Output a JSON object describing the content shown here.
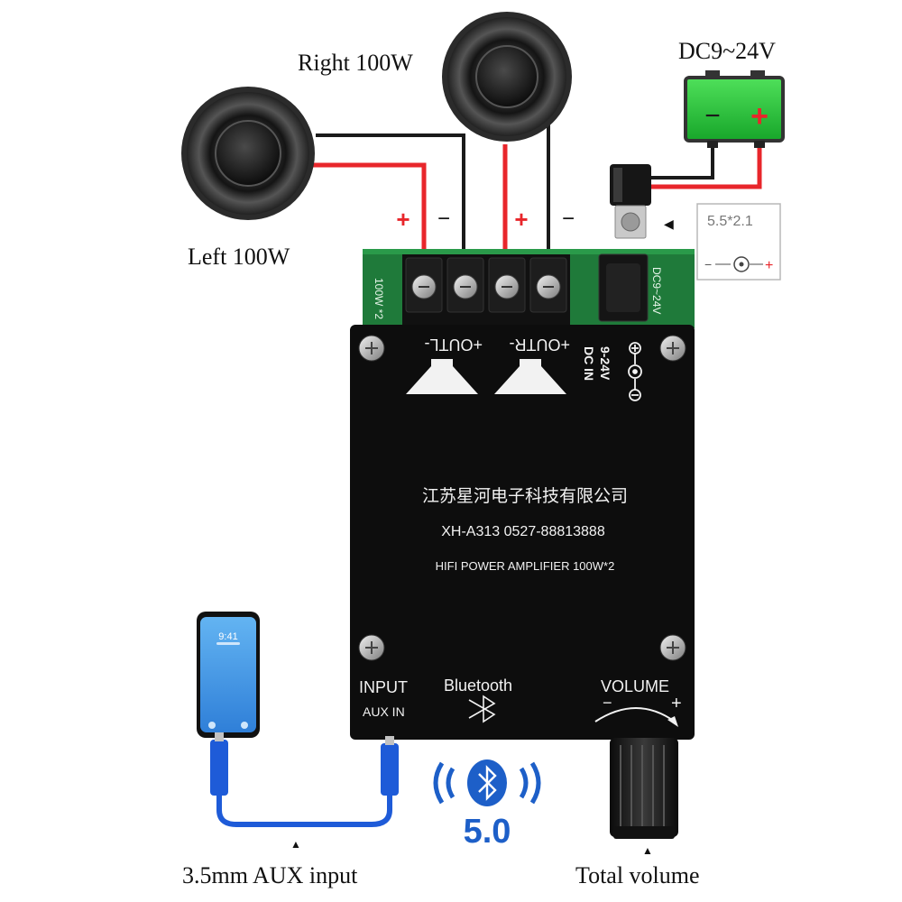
{
  "labels": {
    "right_speaker": "Right 100W",
    "left_speaker": "Left 100W",
    "power_supply": "DC9~24V",
    "barrel_spec": "5.5*2.1",
    "aux_input": "3.5mm AUX input",
    "total_volume": "Total volume",
    "polarity_plus": "+",
    "polarity_minus": "−",
    "battery_minus": "−",
    "battery_plus": "+",
    "barrel_minus": "−",
    "barrel_plus": "+"
  },
  "board": {
    "pcb_left_text": "100W *2",
    "pcb_right_text": "DC9~24V",
    "out_left": "+OUTL-",
    "out_right": "+OUTR-",
    "dc_in": "DC IN",
    "dc_range": "9-24V",
    "company": "江苏星河电子科技有限公司",
    "model": "XH-A313  0527-88813888",
    "product": "HIFI POWER AMPLIFIER 100W*2",
    "input": "INPUT",
    "aux_in": "AUX IN",
    "bluetooth": "Bluetooth",
    "volume": "VOLUME",
    "vol_minus": "−",
    "vol_plus": "+"
  },
  "phone": {
    "time": "9:41"
  },
  "bt_badge": {
    "version": "5.0"
  },
  "colors": {
    "wire_red": "#e8262b",
    "wire_black": "#1a1a1a",
    "pcb_green": "#1f7a3a",
    "board_black": "#0d0d0d",
    "battery_green": "#27c23a",
    "cable_blue": "#1e5bd8",
    "bt_blue": "#1d5fc8"
  }
}
